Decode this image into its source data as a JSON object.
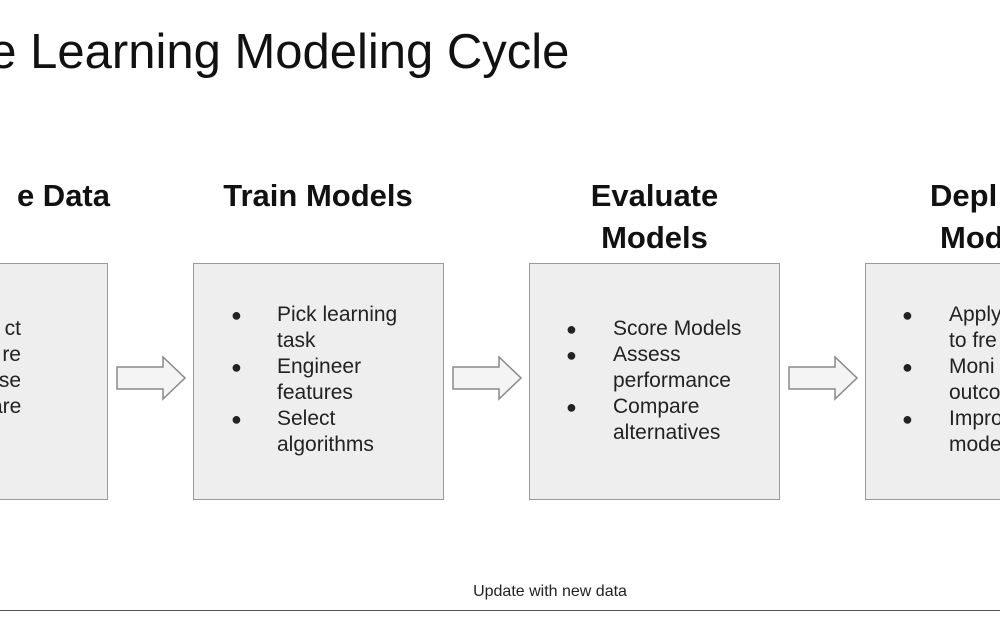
{
  "title": "ne Learning Modeling Cycle",
  "stages": [
    {
      "heading": "e Data",
      "items": [
        "ct",
        "re",
        "se",
        "are"
      ]
    },
    {
      "heading": "Train Models",
      "items": [
        "Pick learning task",
        "Engineer features",
        "Select algorithms"
      ],
      "lines": [
        [
          "Pick learning",
          "task"
        ],
        [
          "Engineer",
          "features"
        ],
        [
          "Select",
          "algorithms"
        ]
      ]
    },
    {
      "heading_lines": [
        "Evaluate",
        "Models"
      ],
      "items": [
        "Score Models",
        "Assess performance",
        "Compare alternatives"
      ],
      "lines": [
        [
          "Score Models"
        ],
        [
          "Assess",
          "performance"
        ],
        [
          "Compare",
          "alternatives"
        ]
      ]
    },
    {
      "heading_lines": [
        "Depl",
        "Mod"
      ],
      "items": [
        "Apply to fre",
        "Moni outco",
        "Impro mode"
      ],
      "lines": [
        [
          "Apply",
          "to fre"
        ],
        [
          "Moni",
          "outco"
        ],
        [
          "Impro",
          "mode"
        ]
      ]
    }
  ],
  "loop_label": "Update with new data",
  "colors": {
    "box_fill": "#eeeeee",
    "box_border": "#9a9a9a",
    "arrow_fill": "#f4f4f4",
    "arrow_stroke": "#8a8a8a",
    "text": "#111111"
  }
}
